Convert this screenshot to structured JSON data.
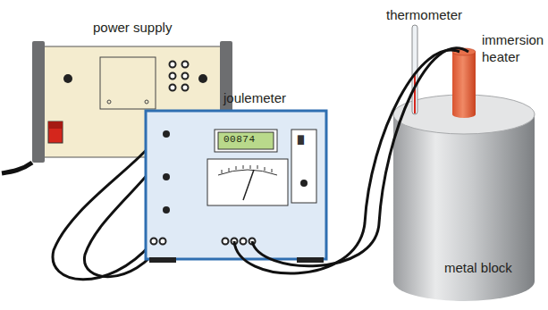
{
  "diagram": {
    "labels": [
      "thermometer",
      "immersion heater",
      "power supply",
      "joulemeter",
      "00874",
      "metal block"
    ]
  }
}
